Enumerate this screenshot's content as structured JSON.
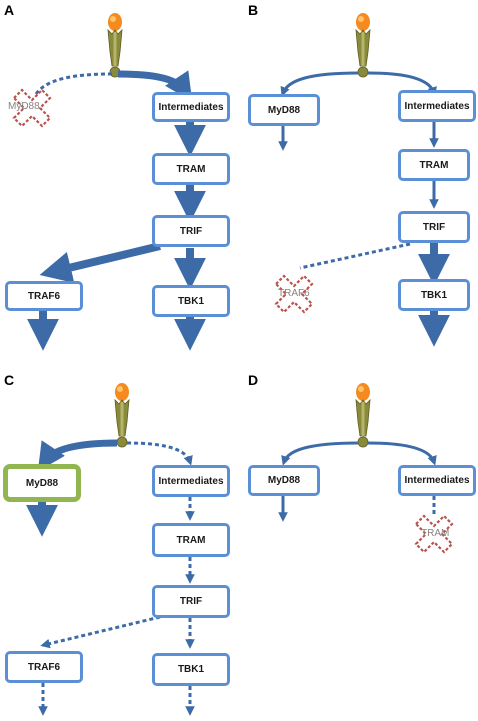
{
  "panels": {
    "A": {
      "letter": "A",
      "myd88": "MyD88",
      "intermediates": "Intermediates",
      "tram": "TRAM",
      "trif": "TRIF",
      "traf6": "TRAF6",
      "tbk1": "TBK1"
    },
    "B": {
      "letter": "B",
      "myd88": "MyD88",
      "intermediates": "Intermediates",
      "tram": "TRAM",
      "trif": "TRIF",
      "traf6": "TRAF6",
      "tbk1": "TBK1"
    },
    "C": {
      "letter": "C",
      "myd88": "MyD88",
      "intermediates": "Intermediates",
      "tram": "TRAM",
      "trif": "TRIF",
      "traf6": "TRAF6",
      "tbk1": "TBK1"
    },
    "D": {
      "letter": "D",
      "myd88": "MyD88",
      "intermediates": "Intermediates",
      "tram": "TRAM"
    }
  },
  "colors": {
    "arrow": "#3d6ba8",
    "box_border": "#5b8fd6",
    "highlight_border": "#92b64f",
    "inhibited_cross": "#b85450"
  }
}
